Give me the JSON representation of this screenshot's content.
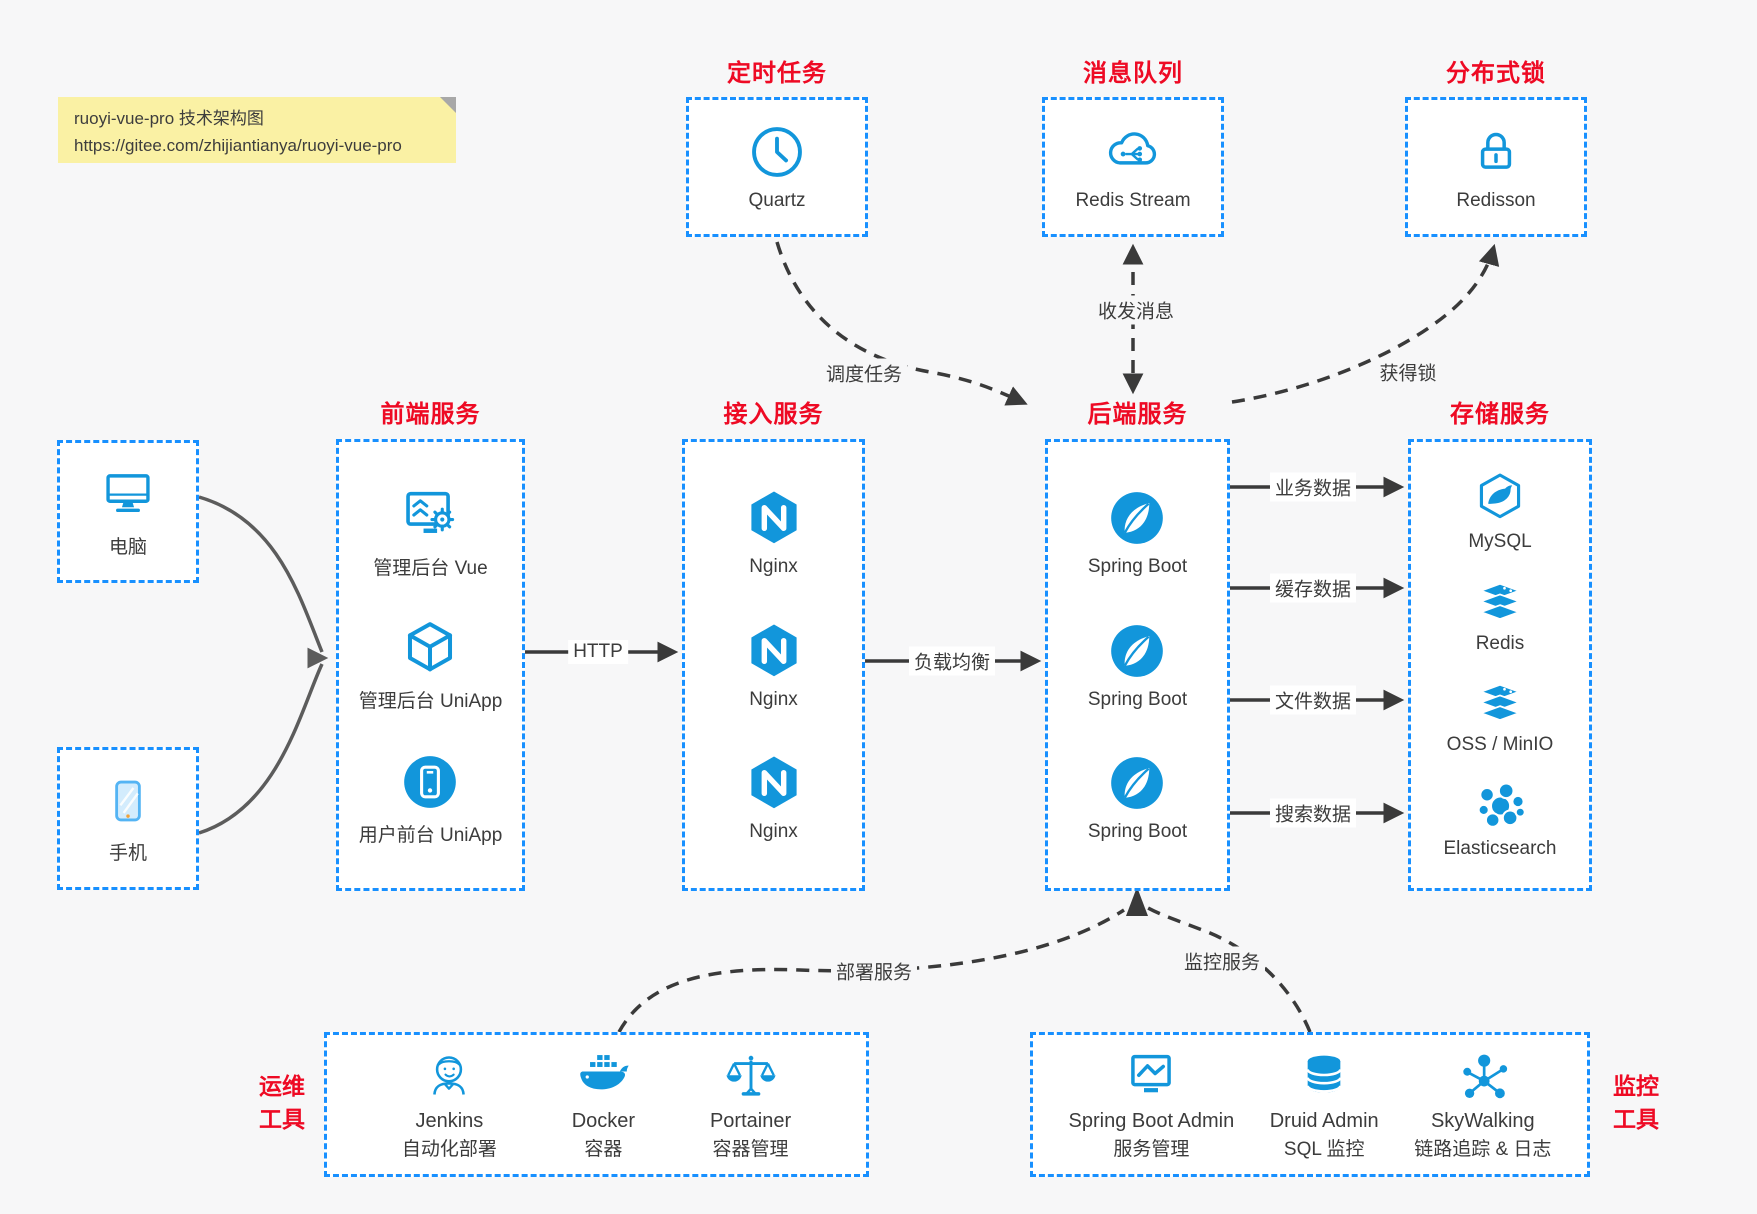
{
  "colors": {
    "border_blue": "#1890ff",
    "icon_blue": "#1296db",
    "title_red": "#ee0a24",
    "connector_dark": "#3a3a3a",
    "note_bg": "#faf1a4"
  },
  "note": {
    "line1": "ruoyi-vue-pro 技术架构图",
    "line2": "https://gitee.com/zhijiantianya/ruoyi-vue-pro"
  },
  "top_groups": [
    {
      "title": "定时任务",
      "icon": "clock-icon",
      "label": "Quartz"
    },
    {
      "title": "消息队列",
      "icon": "mq-cloud-icon",
      "label": "Redis Stream"
    },
    {
      "title": "分布式锁",
      "icon": "lock-icon",
      "label": "Redisson"
    }
  ],
  "clients": [
    {
      "icon": "desktop-icon",
      "label": "电脑"
    },
    {
      "icon": "smartphone-icon",
      "label": "手机"
    }
  ],
  "columns": [
    {
      "title": "前端服务",
      "items": [
        {
          "icon": "admin-vue-icon",
          "label": "管理后台 Vue"
        },
        {
          "icon": "uniapp-cube-icon",
          "label": "管理后台 UniApp"
        },
        {
          "icon": "user-app-icon",
          "label": "用户前台 UniApp"
        }
      ]
    },
    {
      "title": "接入服务",
      "items": [
        {
          "icon": "nginx-icon",
          "label": "Nginx"
        },
        {
          "icon": "nginx-icon",
          "label": "Nginx"
        },
        {
          "icon": "nginx-icon",
          "label": "Nginx"
        }
      ]
    },
    {
      "title": "后端服务",
      "items": [
        {
          "icon": "spring-icon",
          "label": "Spring Boot"
        },
        {
          "icon": "spring-icon",
          "label": "Spring Boot"
        },
        {
          "icon": "spring-icon",
          "label": "Spring Boot"
        }
      ]
    },
    {
      "title": "存储服务",
      "items": [
        {
          "icon": "mysql-icon",
          "label": "MySQL"
        },
        {
          "icon": "redis-icon",
          "label": "Redis"
        },
        {
          "icon": "oss-icon",
          "label": "OSS / MinIO"
        },
        {
          "icon": "elasticsearch-icon",
          "label": "Elasticsearch"
        }
      ]
    }
  ],
  "edges": {
    "http": "HTTP",
    "load_balance": "负载均衡",
    "schedule": "调度任务",
    "message": "收发消息",
    "lock": "获得锁",
    "business_data": "业务数据",
    "cache_data": "缓存数据",
    "file_data": "文件数据",
    "search_data": "搜索数据",
    "deploy": "部署服务",
    "monitor": "监控服务"
  },
  "ops_group": {
    "title_line1": "运维",
    "title_line2": "工具",
    "items": [
      {
        "icon": "jenkins-icon",
        "name": "Jenkins",
        "desc": "自动化部署"
      },
      {
        "icon": "docker-icon",
        "name": "Docker",
        "desc": "容器"
      },
      {
        "icon": "portainer-icon",
        "name": "Portainer",
        "desc": "容器管理"
      }
    ]
  },
  "monitor_group": {
    "title_line1": "监控",
    "title_line2": "工具",
    "items": [
      {
        "icon": "springboot-admin-icon",
        "name": "Spring Boot Admin",
        "desc": "服务管理"
      },
      {
        "icon": "druid-icon",
        "name": "Druid Admin",
        "desc": "SQL 监控"
      },
      {
        "icon": "skywalking-icon",
        "name": "SkyWalking",
        "desc": "链路追踪 & 日志"
      }
    ]
  }
}
